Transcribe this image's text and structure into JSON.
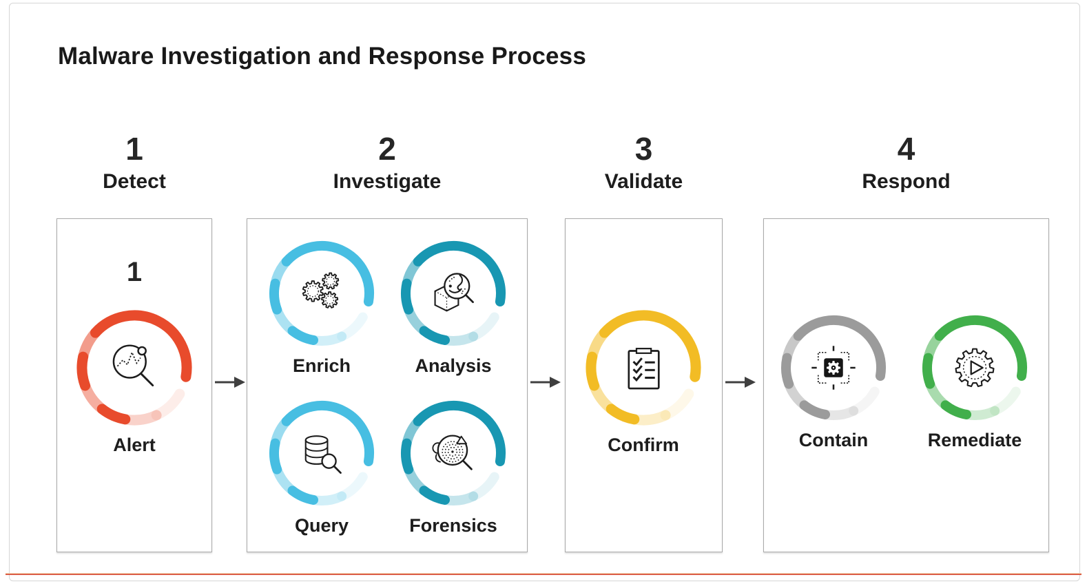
{
  "title": "Malware Investigation and Response Process",
  "colors": {
    "detect": "#E84B2C",
    "investigate_light": "#47BEE2",
    "investigate_dark": "#1897B2",
    "validate": "#F2BC25",
    "contain": "#9B9B9B",
    "remediate": "#41AF4B",
    "bottom_accent": "#DC5E49"
  },
  "stages": [
    {
      "number": "1",
      "label": "Detect",
      "box_number": "1",
      "items": [
        {
          "label": "Alert",
          "color": "#E84B2C",
          "icon": "alert-magnifier-icon"
        }
      ]
    },
    {
      "number": "2",
      "label": "Investigate",
      "items": [
        {
          "label": "Enrich",
          "color": "#47BEE2",
          "icon": "gears-icon"
        },
        {
          "label": "Analysis",
          "color": "#1897B2",
          "icon": "malware-analysis-icon"
        },
        {
          "label": "Query",
          "color": "#47BEE2",
          "icon": "database-query-icon"
        },
        {
          "label": "Forensics",
          "color": "#1897B2",
          "icon": "fingerprint-forensics-icon"
        }
      ]
    },
    {
      "number": "3",
      "label": "Validate",
      "items": [
        {
          "label": "Confirm",
          "color": "#F2BC25",
          "icon": "checklist-icon"
        }
      ]
    },
    {
      "number": "4",
      "label": "Respond",
      "items": [
        {
          "label": "Contain",
          "color": "#9B9B9B",
          "icon": "quarantine-target-icon"
        },
        {
          "label": "Remediate",
          "color": "#41AF4B",
          "icon": "gear-play-icon"
        }
      ]
    }
  ]
}
